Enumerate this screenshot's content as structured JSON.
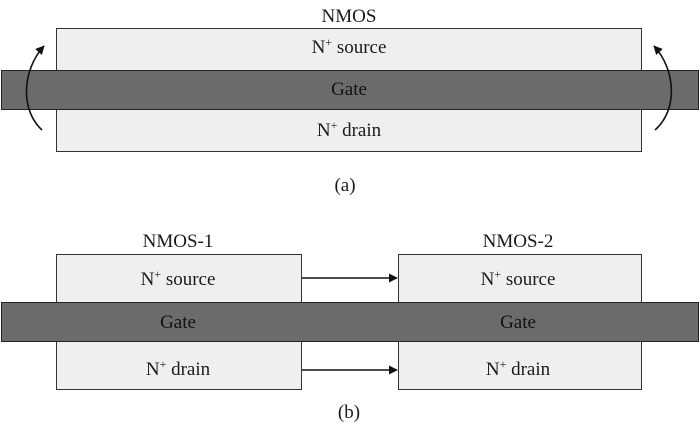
{
  "colors": {
    "region_fill": "#efefef",
    "gate_fill": "#6b6b6b",
    "stroke": "#333333"
  },
  "diagram_a": {
    "device_title": "NMOS",
    "source_label": "N⁺ source",
    "gate_label": "Gate",
    "drain_label": "N⁺ drain",
    "caption": "(a)"
  },
  "diagram_b": {
    "device1_title": "NMOS-1",
    "device2_title": "NMOS-2",
    "source1_label": "N⁺ source",
    "drain1_label": "N⁺ drain",
    "source2_label": "N⁺ source",
    "drain2_label": "N⁺ drain",
    "gate1_label": "Gate",
    "gate2_label": "Gate",
    "caption": "(b)"
  }
}
